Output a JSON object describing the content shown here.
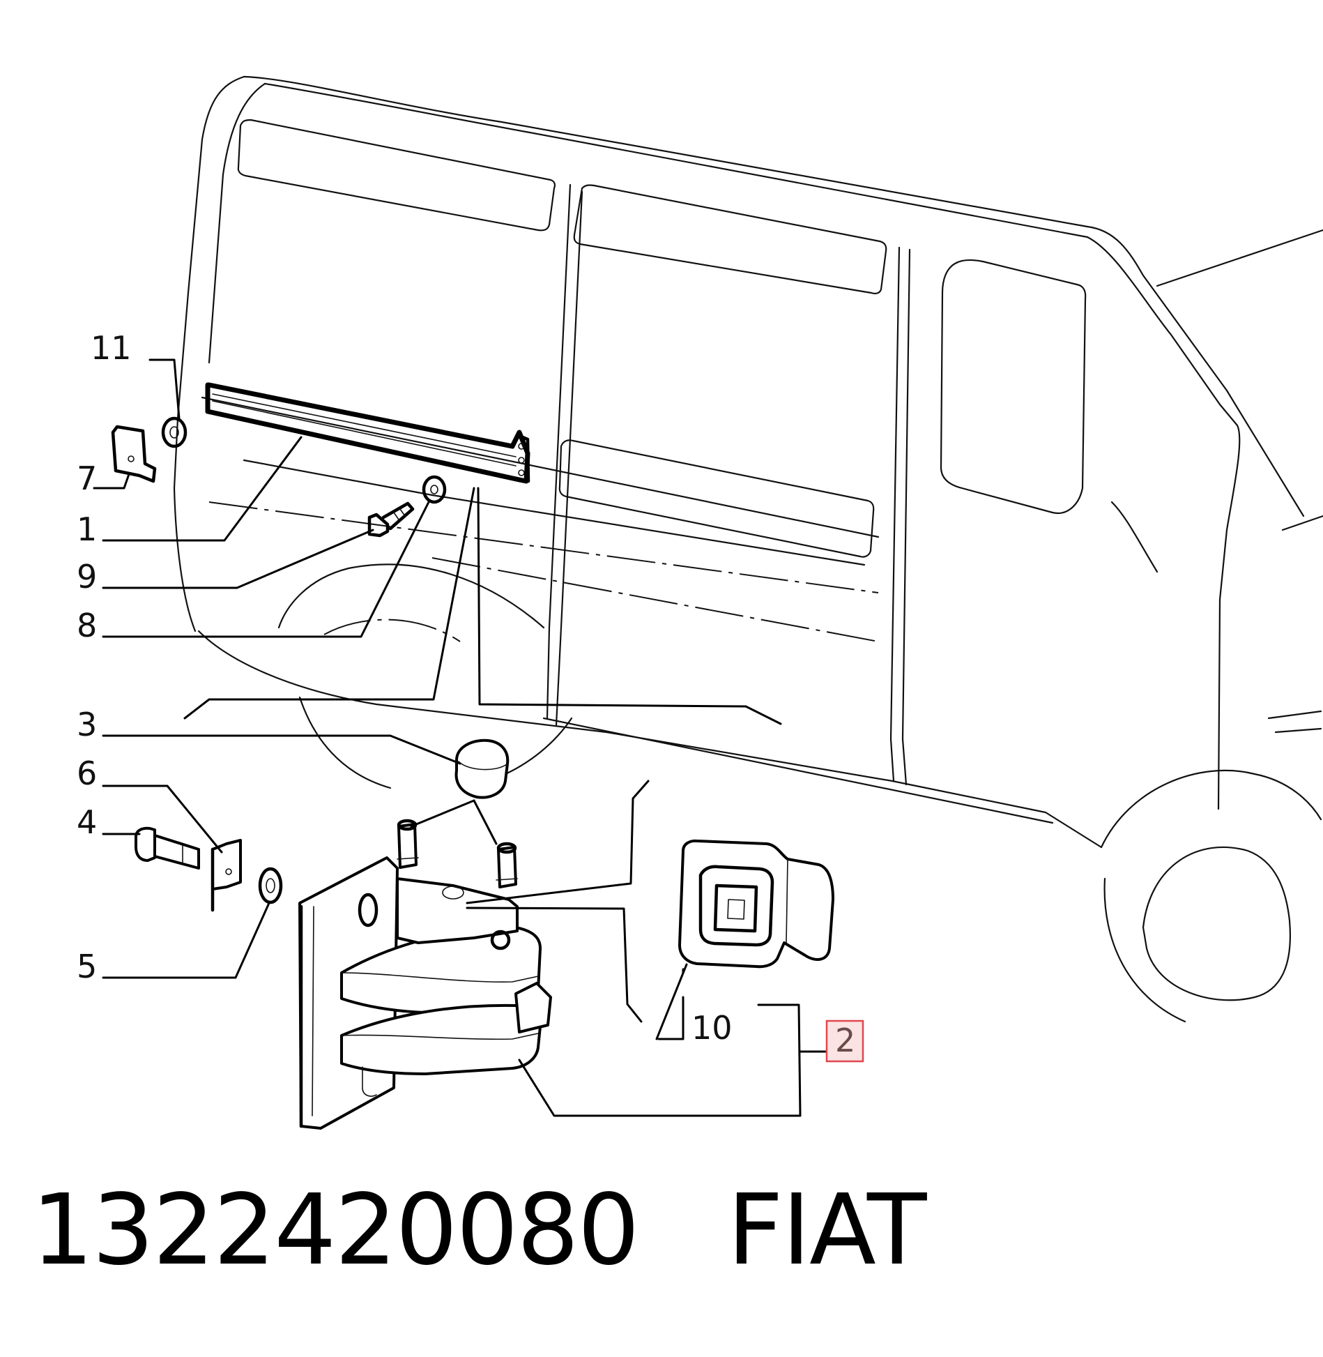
{
  "callouts": {
    "c11": "11",
    "c7": "7",
    "c1": "1",
    "c9": "9",
    "c8": "8",
    "c3": "3",
    "c6": "6",
    "c4": "4",
    "c5": "5",
    "c10": "10",
    "c2": "2"
  },
  "highlighted_callout": "2",
  "highlight_color": "#e0474f",
  "footer": {
    "part_number": "1322420080",
    "brand": "FIAT"
  }
}
